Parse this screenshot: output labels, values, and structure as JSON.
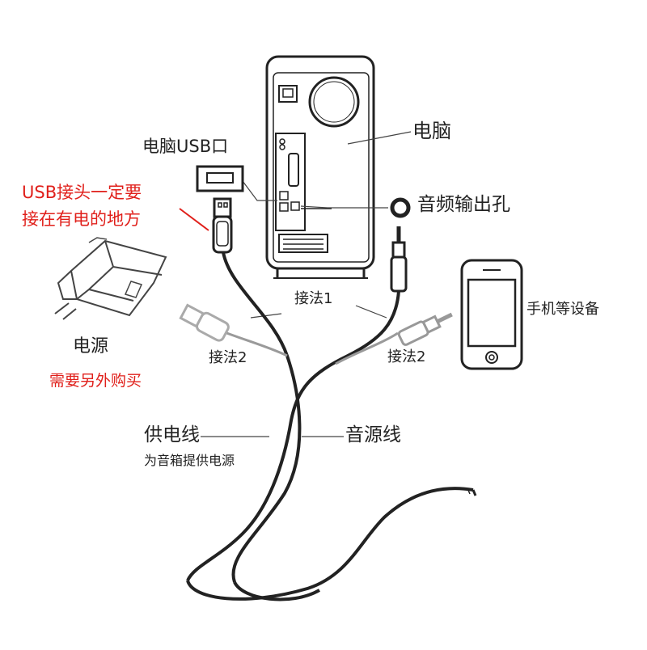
{
  "labels": {
    "computer": "电脑",
    "computer_usb": "电脑USB口",
    "usb_note_line1": "USB接头一定要",
    "usb_note_line2": "接在有电的地方",
    "audio_out": "音频输出孔",
    "phone": "手机等设备",
    "power": "电源",
    "buy_separately": "需要另外购买",
    "method1": "接法1",
    "method2_left": "接法2",
    "method2_right": "接法2",
    "power_cable": "供电线",
    "power_cable_sub": "为音箱提供电源",
    "audio_cable": "音源线"
  },
  "colors": {
    "line": "#222222",
    "note_red": "#e0201b",
    "grey_cable": "#9a9a9a"
  }
}
